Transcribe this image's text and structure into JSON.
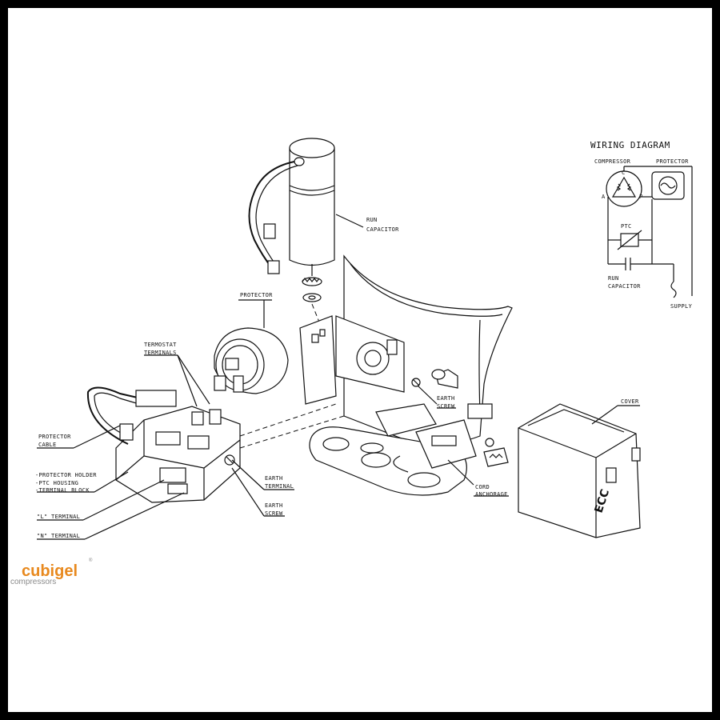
{
  "wiring_diagram": {
    "title": "WIRING DIAGRAM",
    "compressor": "COMPRESSOR",
    "protector": "PROTECTOR",
    "terminal_c": "C",
    "terminal_a": "A",
    "terminal_p": "P",
    "ptc": "PTC",
    "run_capacitor_line1": "RUN",
    "run_capacitor_line2": "CAPACITOR",
    "supply": "SUPPLY"
  },
  "callouts": {
    "run_capacitor_1": "RUN",
    "run_capacitor_2": "CAPACITOR",
    "protector": "PROTECTOR",
    "termostat_1": "TERMOSTAT",
    "termostat_2": "TERMINALS",
    "protector_cable_1": "PROTECTOR",
    "protector_cable_2": "CABLE",
    "holder_1": "-PROTECTOR HOLDER",
    "holder_2": "-PTC HOUSING",
    "holder_3": "-TERMINAL BLOCK",
    "l_terminal": "\"L\" TERMINAL",
    "n_terminal": "\"N\" TERMINAL",
    "earth_terminal_1": "EARTH",
    "earth_terminal_2": "TERMINAL",
    "earth_screw_left_1": "EARTH",
    "earth_screw_left_2": "SCREW",
    "earth_screw_right_1": "EARTH",
    "earth_screw_right_2": "SCREW",
    "cover": "COVER",
    "cord_1": "CORD",
    "cord_2": "ANCHORAGE"
  },
  "cover_marking": "ECC",
  "logo": {
    "name": "cubigel",
    "sub": "compressors",
    "reg": "®",
    "color": "#e8891e",
    "sub_color": "#8a8a8a"
  }
}
